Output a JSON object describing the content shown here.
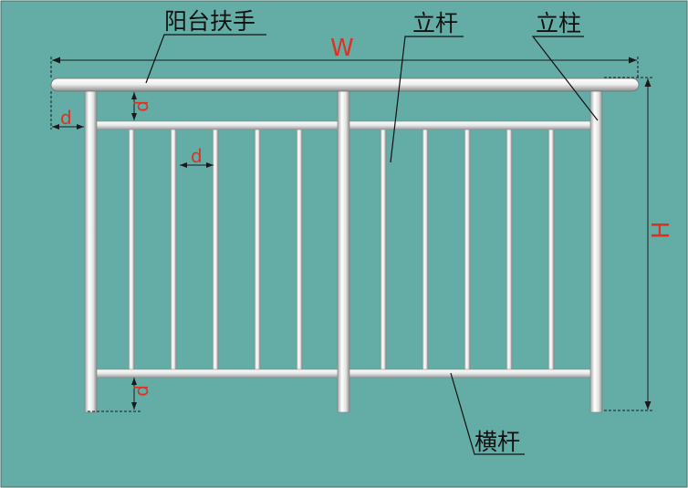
{
  "labels": {
    "handrail": "阳台扶手",
    "baluster": "立杆",
    "post": "立柱",
    "crossbar": "横杆"
  },
  "dimensions": {
    "width": "W",
    "height": "H",
    "spacing": "d",
    "gap": "p"
  },
  "colors": {
    "background": "#64aca6",
    "frame": "#dcdcdc",
    "dimension_text": "#e0301e",
    "leader": "#111111"
  }
}
